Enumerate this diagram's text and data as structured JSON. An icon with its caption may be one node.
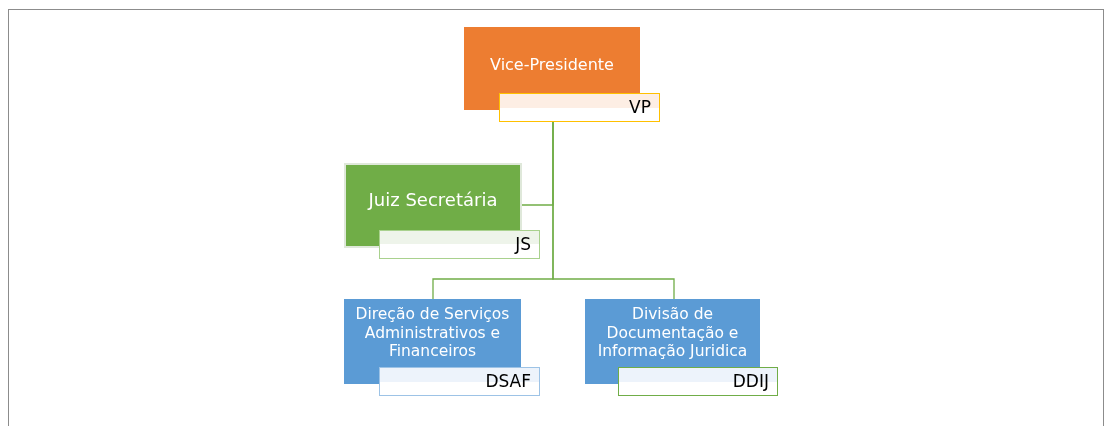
{
  "diagram": {
    "nodes": [
      {
        "text": [
          "Vice-Presidente",
          "VP"
        ]
      },
      {
        "text": [
          "Juiz Secretária",
          "JS"
        ]
      },
      {
        "text": [
          "Direção de Serviços Administrativos e Financeiros",
          "DSAF"
        ]
      },
      {
        "text": [
          "Divisão de Documentação e Informação Juridica",
          "DDIJ"
        ]
      }
    ],
    "edges": [
      {
        "from": 0,
        "to": 1,
        "arrow": "none"
      },
      {
        "from": 0,
        "to": 2,
        "arrow": "none"
      },
      {
        "from": 0,
        "to": 3,
        "arrow": "none"
      }
    ]
  }
}
